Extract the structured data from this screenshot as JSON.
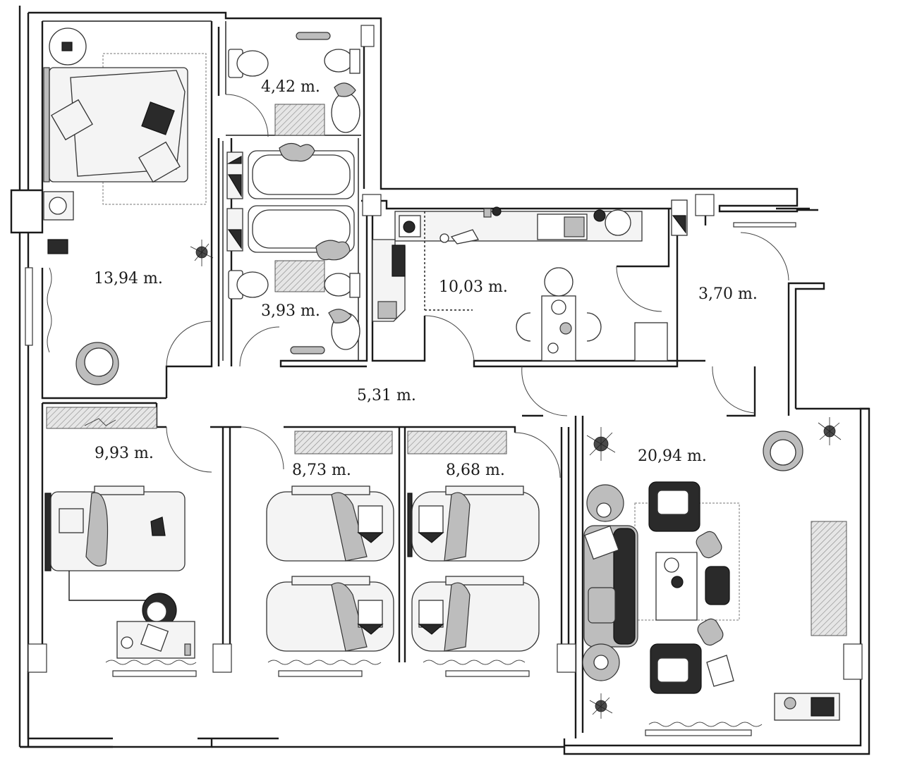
{
  "rooms": [
    {
      "id": "master-bedroom",
      "label": "13,94 m."
    },
    {
      "id": "bathroom-1",
      "label": "4,42 m."
    },
    {
      "id": "bathroom-2",
      "label": "3,93 m."
    },
    {
      "id": "kitchen",
      "label": "10,03 m."
    },
    {
      "id": "entrance",
      "label": "3,70 m."
    },
    {
      "id": "hallway",
      "label": "5,31 m."
    },
    {
      "id": "bedroom-single",
      "label": "9,93 m."
    },
    {
      "id": "bedroom-twin-1",
      "label": "8,73 m."
    },
    {
      "id": "bedroom-twin-2",
      "label": "8,68 m."
    },
    {
      "id": "living-room",
      "label": "20,94 m."
    }
  ]
}
